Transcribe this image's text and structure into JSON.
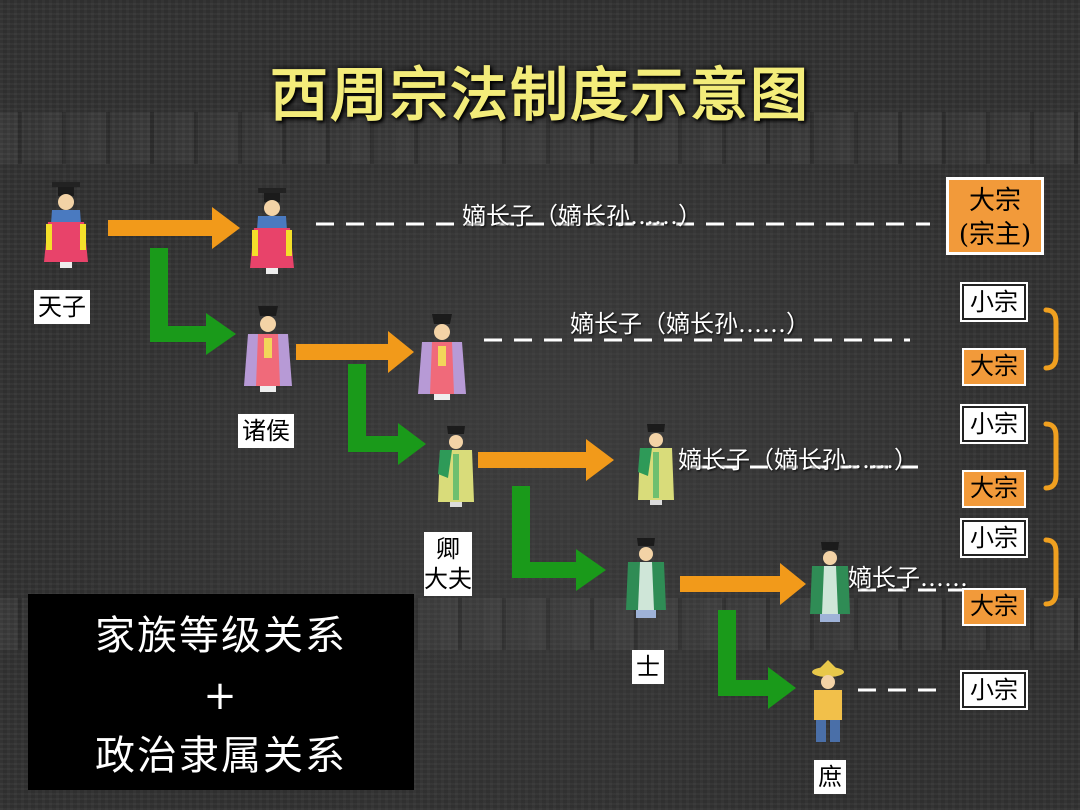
{
  "title": "西周宗法制度示意图",
  "ranks": {
    "tianzi": "天子",
    "zhuhou": "诸侯",
    "qing": "卿",
    "dafu": "大夫",
    "shi": "士",
    "shu": "庶"
  },
  "rows": {
    "r1": "嫡长子（嫡长孙……）",
    "r2": "嫡长子（嫡长孙……）",
    "r3": "嫡长子（嫡长孙……）",
    "r4": "嫡长子……"
  },
  "tags": {
    "dazong_main": "大宗",
    "dazong_sub": "(宗主)",
    "xiaozong_1": "小宗",
    "dazong_1": "大宗",
    "xiaozong_2": "小宗",
    "dazong_2": "大宗",
    "xiaozong_3": "小宗",
    "dazong_3": "大宗",
    "xiaozong_4": "小宗"
  },
  "summary": {
    "line1": "家族等级关系",
    "line2": "+",
    "line3": "政治隶属关系"
  },
  "colors": {
    "title": "#f3ec7a",
    "orange_arrow": "#f29a1a",
    "green_arrow": "#1a9a1a",
    "dazong_fill": "#f29a3a",
    "bracket": "#f0a020"
  }
}
